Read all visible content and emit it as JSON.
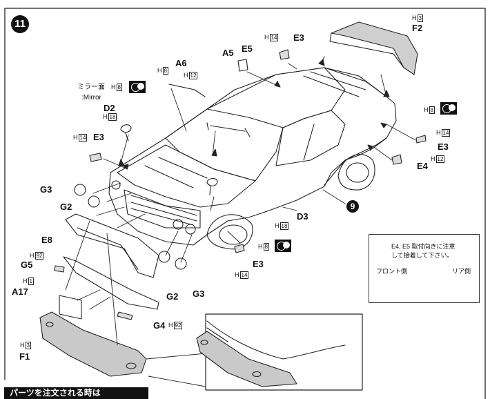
{
  "step_number": "11",
  "subassembly_number": "9",
  "labels": {
    "F2": "F2",
    "H3_f2": "3",
    "E3_top": "E3",
    "H14_top": "14",
    "E5": "E5",
    "A5": "A5",
    "A6": "A6",
    "H8_a6": "8",
    "H12_a6": "12",
    "mirror_jp": "ミラー面",
    "mirror_en": ":Mirror",
    "H8_mirror": "8",
    "D2": "D2",
    "H18_d2": "18",
    "E3_left": "E3",
    "H14_left": "14",
    "G3_left": "G3",
    "G2_left": "G2",
    "E8": "E8",
    "H92_g5": "92",
    "G5": "G5",
    "H1": "1",
    "A17": "A17",
    "H3_f1": "3",
    "F1": "F1",
    "G2_bottom": "G2",
    "G3_bottom": "G3",
    "G4": "G4",
    "H92_g4": "92",
    "D3": "D3",
    "H18_d3": "18",
    "H8_e3b": "8",
    "E3_bottom": "E3",
    "H14_bottom": "14",
    "H8_right": "8",
    "H14_right": "14",
    "E3_right": "E3",
    "E4": "E4",
    "H12_e4": "12",
    "H_prefix": "H"
  },
  "note": {
    "line1": "E4, E5 取付向きに注意",
    "line2": "して接着して下さい。",
    "front": "フロント側",
    "rear": "リア側"
  },
  "footer": "パーツを注文される時は"
}
